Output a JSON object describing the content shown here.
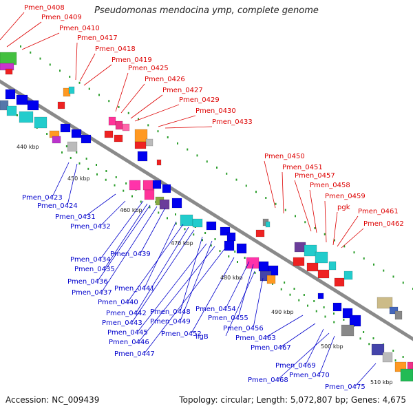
{
  "title": "Pseudomonas mendocina ymp, complete genome",
  "footer": {
    "accession": "Accession: NC_009439",
    "summary": "Topology: circular; Length: 5,072,807 bp; Genes: 4,675"
  },
  "colors": {
    "backbone": "#8a8a8a",
    "forward_label": "#dd0000",
    "reverse_label": "#0000cc",
    "tick": "#2a9d2a"
  },
  "kbp_labels": [
    "440 kbp",
    "450 kbp",
    "460 kbp",
    "470 kbp",
    "480 kbp",
    "490 kbp",
    "500 kbp",
    "510 kbp"
  ],
  "forward_genes": [
    "Pmen_0408",
    "Pmen_0409",
    "Pmen_0410",
    "Pmen_0417",
    "Pmen_0418",
    "Pmen_0419",
    "Pmen_0425",
    "Pmen_0426",
    "Pmen_0427",
    "Pmen_0429",
    "Pmen_0430",
    "Pmen_0433",
    "Pmen_0450",
    "Pmen_0451",
    "Pmen_0457",
    "Pmen_0458",
    "Pmen_0459",
    "pgk",
    "Pmen_0461",
    "Pmen_0462"
  ],
  "reverse_genes": [
    "Pmen_0423",
    "Pmen_0424",
    "Pmen_0431",
    "Pmen_0432",
    "Pmen_0434",
    "Pmen_0435",
    "Pmen_0436",
    "Pmen_0437",
    "Pmen_0439",
    "Pmen_0441",
    "Pmen_0440",
    "Pmen_0442",
    "Pmen_0443",
    "Pmen_0448",
    "Pmen_0449",
    "Pmen_0445",
    "Pmen_0446",
    "Pmen_0447",
    "Pmen_0452",
    "Pmen_0454",
    "Pmen_0455",
    "ligB",
    "Pmen_0456",
    "Pmen_0463",
    "Pmen_0467",
    "Pmen_0469",
    "Pmen_0468",
    "Pmen_0470",
    "Pmen_0475"
  ]
}
